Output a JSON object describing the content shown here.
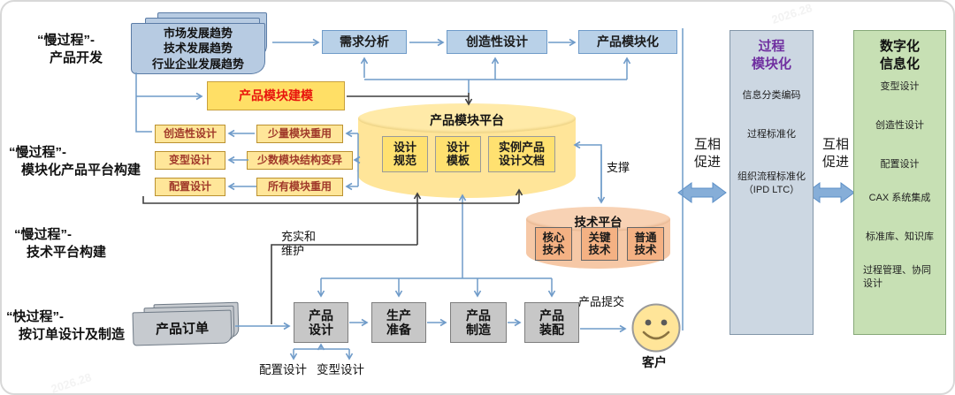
{
  "watermark": "2026.28",
  "left_labels": [
    {
      "l1": "“慢过程”-",
      "l2": "产品开发"
    },
    {
      "l1": "“慢过程”-",
      "l2": "模块化产品平台构建"
    },
    {
      "l1": "“慢过程”-",
      "l2": "技术平台构建"
    },
    {
      "l1": "“快过程”-",
      "l2": "按订单设计及制造"
    }
  ],
  "trend_docs": "市场发展趋势\n技术发展趋势\n行业企业发展趋势",
  "top_flow": [
    "需求分析",
    "创造性设计",
    "产品模块化"
  ],
  "module_modeling": "产品模块建模",
  "design_modes": [
    "创造性设计",
    "变型设计",
    "配置设计"
  ],
  "reuse_modes": [
    "少量模块重用",
    "少数模块结构变异",
    "所有模块重用"
  ],
  "module_platform": {
    "title": "产品模块平台",
    "items": [
      "设计\n规范",
      "设计\n模板",
      "实例产品\n设计文档"
    ]
  },
  "tech_platform": {
    "title": "技术平台",
    "items": [
      "核心\n技术",
      "关键\n技术",
      "普通\n技术"
    ]
  },
  "connector_labels": {
    "support": "支撑",
    "enrich": "充实和\n维护",
    "submit": "产品提交",
    "mutual": "互相\n促进",
    "config_design": "配置设计",
    "variant_design": "变型设计"
  },
  "order_docs": "产品订单",
  "bottom_flow": [
    "产品\n设计",
    "生产\n准备",
    "产品\n制造",
    "产品\n装配"
  ],
  "customer_label": "客户",
  "process_panel": {
    "title": "过程\n模块化",
    "items": [
      "信息分类编码",
      "过程标准化",
      "组织流程标准化\n（IPD LTC）"
    ]
  },
  "digital_panel": {
    "title": "数字化\n信息化",
    "items": [
      "变型设计",
      "创造性设计",
      "配置设计",
      "CAX 系统集成",
      "标准库、知识库",
      "过程管理、协同\n设计"
    ]
  },
  "colors": {
    "flow_box_blue": "#b9d1e8",
    "yellow_box": "#ffe699",
    "platform_yellow": "#ffe599",
    "tech_orange": "#f8cbad",
    "gray_box": "#c7c7c7",
    "panel_blue": "#ccd7e2",
    "panel_green": "#c7e0b4",
    "accent_red": "#e8150d",
    "title_purple": "#7030a0",
    "line_blue": "#6f9bc9",
    "line_dark": "#3f3f3f"
  }
}
